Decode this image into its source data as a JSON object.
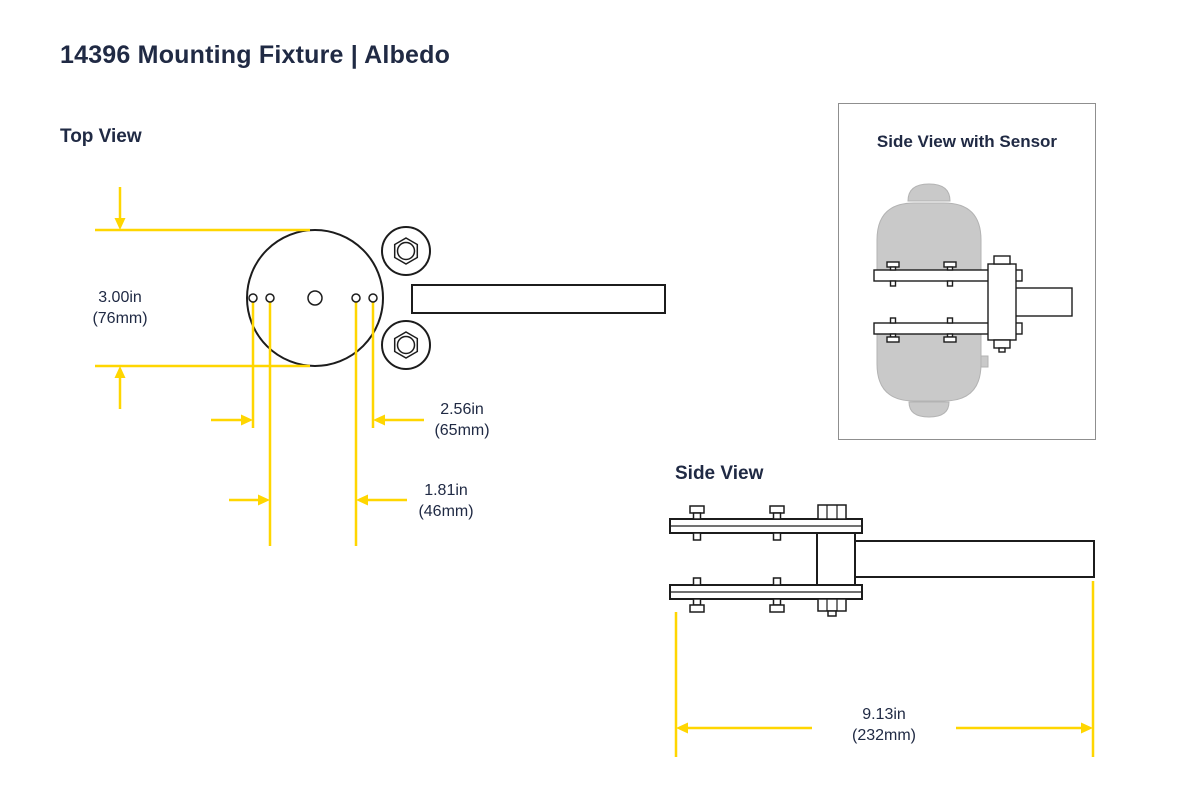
{
  "colors": {
    "accent_yellow": "#FFD600",
    "navy_text": "#202A44",
    "outline_ink": "#1C1C1C",
    "sensor_gray": "#C9C9C9"
  },
  "header": {
    "title": "14396 Mounting Fixture |  Albedo"
  },
  "top_view": {
    "label": "Top View",
    "dim_plate_diameter": {
      "inches": "3.00in",
      "metric": "(76mm)"
    },
    "dim_outer_hole_spacing": {
      "inches": "2.56in",
      "metric": "(65mm)"
    },
    "dim_inner_hole_spacing": {
      "inches": "1.81in",
      "metric": "(46mm)"
    }
  },
  "sensor_panel": {
    "title": "Side View with Sensor"
  },
  "side_view": {
    "label": "Side View",
    "dim_overall_length": {
      "inches": "9.13in",
      "metric": "(232mm)"
    }
  }
}
